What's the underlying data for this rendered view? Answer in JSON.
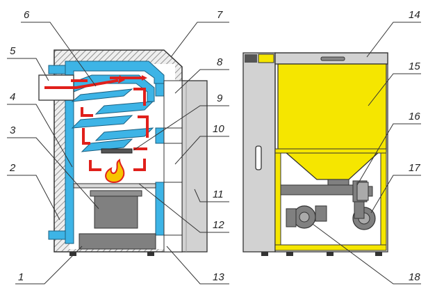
{
  "callouts": [
    "1",
    "2",
    "3",
    "4",
    "5",
    "6",
    "7",
    "8",
    "9",
    "10",
    "11",
    "12",
    "13",
    "14",
    "15",
    "16",
    "17",
    "18"
  ],
  "colors": {
    "water_jacket": "#3db4e6",
    "flue_gas_path": "#e0201b",
    "baffles": "#3db4e6",
    "hopper": "#f5e600",
    "casing": "#d2d2d2",
    "insulation_hatch": "#888888",
    "ash_box": "#808080",
    "flame": "#f7c500",
    "leader_line": "#333333"
  },
  "icons": {
    "flame": "flame-icon",
    "fan": "fan-icon",
    "auger_motor": "motor-icon"
  }
}
